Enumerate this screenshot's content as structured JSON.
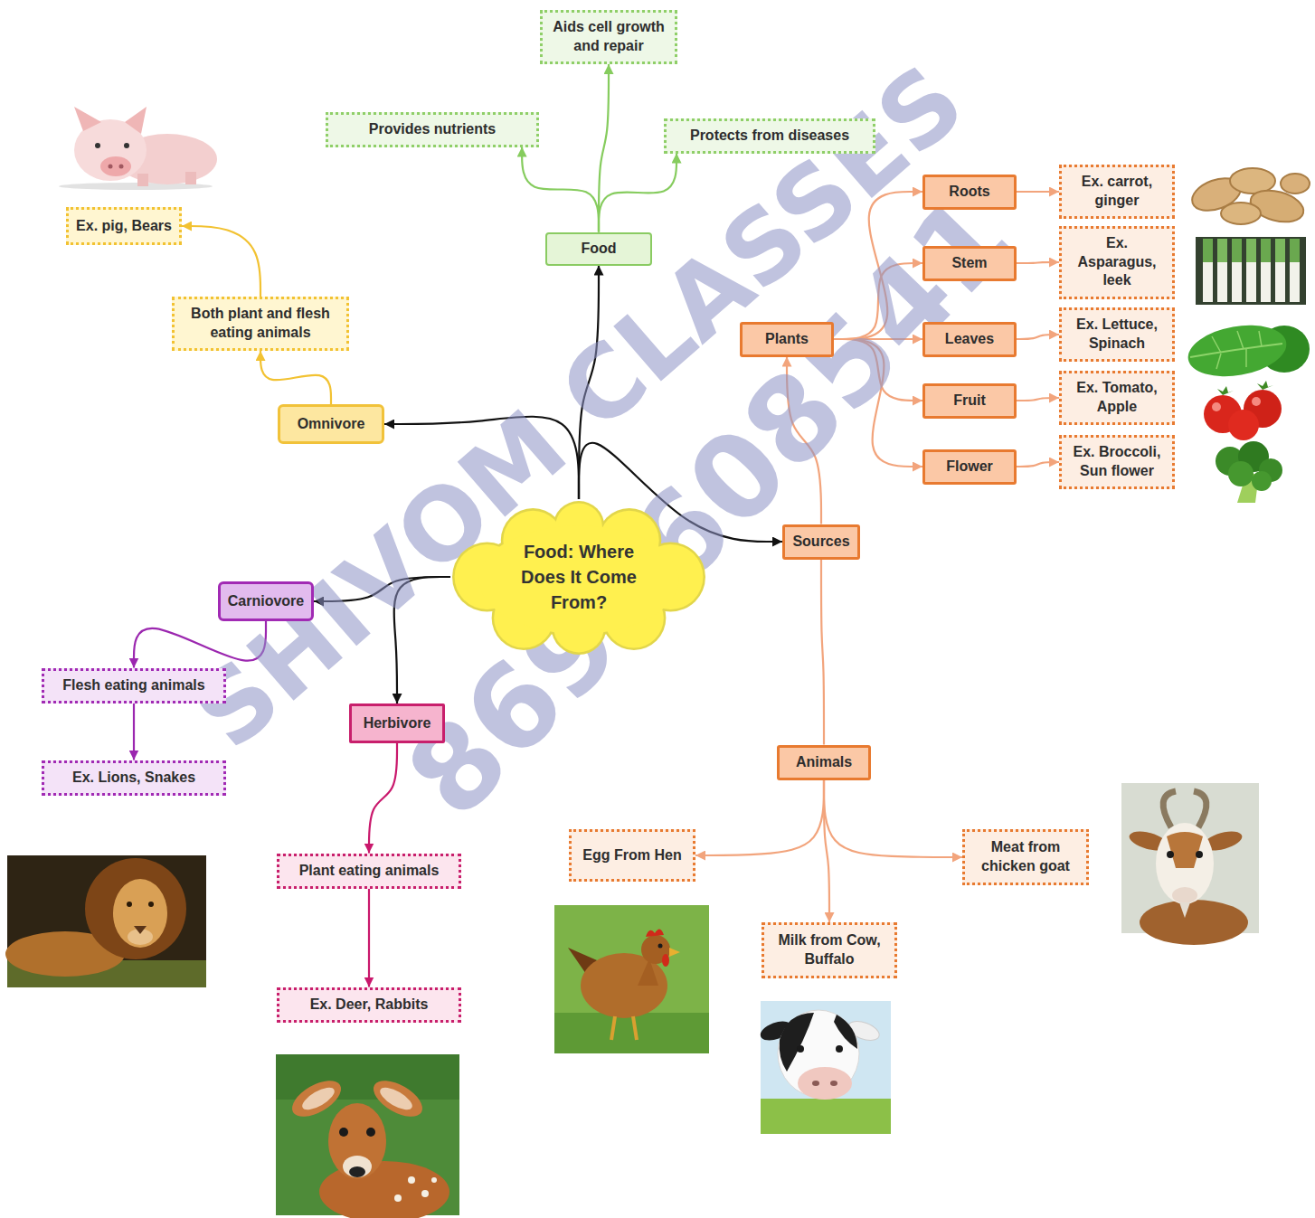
{
  "diagram": {
    "nodes": [
      {
        "text": [
          "Aids cell growth and repair"
        ]
      },
      {
        "text": [
          "Provides nutrients"
        ]
      },
      {
        "text": [
          "Protects from diseases"
        ]
      },
      {
        "text": [
          "Ex. carrot, ginger"
        ]
      },
      {
        "text": [
          "Ex. pig, Bears"
        ]
      },
      {
        "text": [
          "Roots"
        ]
      },
      {
        "text": [
          "Food"
        ]
      },
      {
        "text": [
          "Stem"
        ]
      },
      {
        "text": [
          "Ex. Asparagus, leek"
        ]
      },
      {
        "text": [
          "Both plant and flesh eating animals"
        ]
      },
      {
        "text": [
          "Plants"
        ]
      },
      {
        "text": [
          "Leaves"
        ]
      },
      {
        "text": [
          "Ex. Lettuce, Spinach"
        ]
      },
      {
        "text": [
          "Ex. Tomato, Apple"
        ]
      },
      {
        "text": [
          "Fruit"
        ]
      },
      {
        "text": [
          "Omnivore"
        ]
      },
      {
        "text": [
          "Ex. Broccoli, Sun flower"
        ]
      },
      {
        "text": [
          "Flower"
        ]
      },
      {
        "text": [
          "Sources"
        ]
      },
      {
        "text": [
          "Food: Where Does It Come From?"
        ]
      },
      {
        "text": [
          "Carniovore"
        ]
      },
      {
        "text": [
          "Flesh eating animals"
        ]
      },
      {
        "text": [
          "Herbivore"
        ]
      },
      {
        "text": [
          "Animals"
        ]
      },
      {
        "text": [
          "Ex. Lions, Snakes"
        ]
      },
      {
        "text": [
          "Egg From Hen"
        ]
      },
      {
        "text": [
          "Meat from chicken goat"
        ]
      },
      {
        "text": [
          "Plant eating animals"
        ]
      },
      {
        "text": [
          "Milk from Cow, Buffalo"
        ]
      },
      {
        "text": [
          "Ex. Deer, Rabbits"
        ]
      }
    ],
    "edges": [
      {
        "from": 19,
        "to": 6,
        "arrow": "to"
      },
      {
        "from": 19,
        "to": 15,
        "arrow": "to"
      },
      {
        "from": 19,
        "to": 18,
        "arrow": "to"
      },
      {
        "from": 19,
        "to": 20,
        "arrow": "to"
      },
      {
        "from": 19,
        "to": 22,
        "arrow": "to"
      },
      {
        "from": 6,
        "to": 1,
        "arrow": "to"
      },
      {
        "from": 6,
        "to": 0,
        "arrow": "to"
      },
      {
        "from": 6,
        "to": 2,
        "arrow": "to"
      },
      {
        "from": 15,
        "to": 9,
        "arrow": "to"
      },
      {
        "from": 9,
        "to": 4,
        "arrow": "to"
      },
      {
        "from": 20,
        "to": 21,
        "arrow": "to"
      },
      {
        "from": 21,
        "to": 24,
        "arrow": "to"
      },
      {
        "from": 22,
        "to": 27,
        "arrow": "to"
      },
      {
        "from": 27,
        "to": 29,
        "arrow": "to"
      },
      {
        "from": 18,
        "to": 10,
        "arrow": "to"
      },
      {
        "from": 18,
        "to": 23,
        "arrow": "none"
      },
      {
        "from": 10,
        "to": 5,
        "arrow": "to"
      },
      {
        "from": 10,
        "to": 7,
        "arrow": "to"
      },
      {
        "from": 10,
        "to": 11,
        "arrow": "to"
      },
      {
        "from": 10,
        "to": 14,
        "arrow": "to"
      },
      {
        "from": 10,
        "to": 17,
        "arrow": "to"
      },
      {
        "from": 5,
        "to": 3,
        "arrow": "to"
      },
      {
        "from": 7,
        "to": 8,
        "arrow": "to"
      },
      {
        "from": 11,
        "to": 12,
        "arrow": "to"
      },
      {
        "from": 14,
        "to": 13,
        "arrow": "to"
      },
      {
        "from": 17,
        "to": 16,
        "arrow": "to"
      },
      {
        "from": 23,
        "to": 25,
        "arrow": "to"
      },
      {
        "from": 23,
        "to": 28,
        "arrow": "to"
      },
      {
        "from": 23,
        "to": 26,
        "arrow": "to"
      }
    ],
    "labels": [
      "SHIVOM CLASSES",
      "8696608541"
    ]
  }
}
